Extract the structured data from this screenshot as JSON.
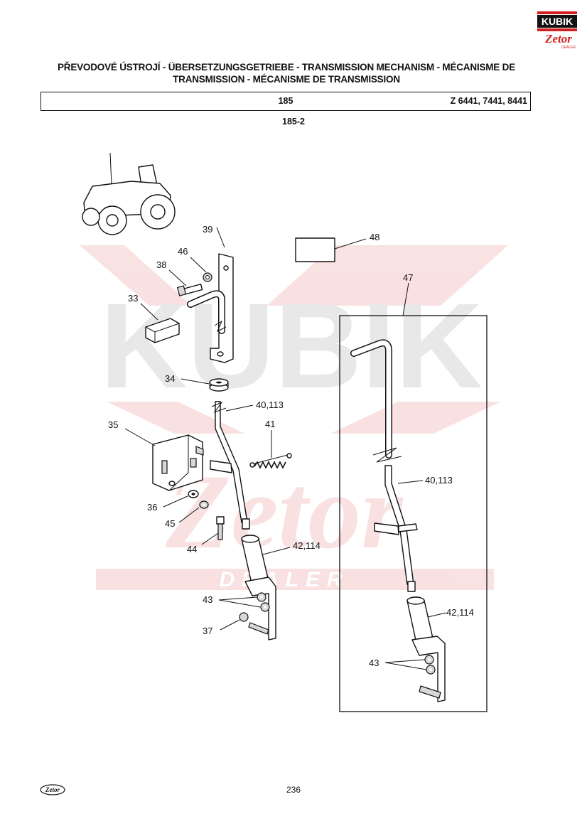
{
  "header": {
    "title_line1": "PŘEVODOVÉ ÚSTROJÍ - ÜBERSETZUNGSGETRIEBE - TRANSMISSION MECHANISM - MÉCANISME DE",
    "title_line2": "TRANSMISSION - MÉCANISME DE TRANSMISSION",
    "section": "185",
    "models": "Z 6441, 7441, 8441",
    "subsection": "185-2"
  },
  "logo": {
    "brand": "KUBIK",
    "sub": "Zetor",
    "dealer": "DEALER",
    "accent_color": "#d22020"
  },
  "watermark": {
    "brand": "KUBIK",
    "sub": "Zetor",
    "dealer": "DEALER"
  },
  "labels": {
    "p33": "33",
    "p34": "34",
    "p35": "35",
    "p36": "36",
    "p37": "37",
    "p38": "38",
    "p39": "39",
    "p40a": "40,113",
    "p40b": "40,113",
    "p41": "41",
    "p42a": "42,114",
    "p42b": "42,114",
    "p43a": "43",
    "p43b": "43",
    "p44": "44",
    "p45": "45",
    "p46": "46",
    "p47": "47",
    "p48": "48"
  },
  "footer": {
    "page_number": "236",
    "logo_text": "Zetor"
  }
}
